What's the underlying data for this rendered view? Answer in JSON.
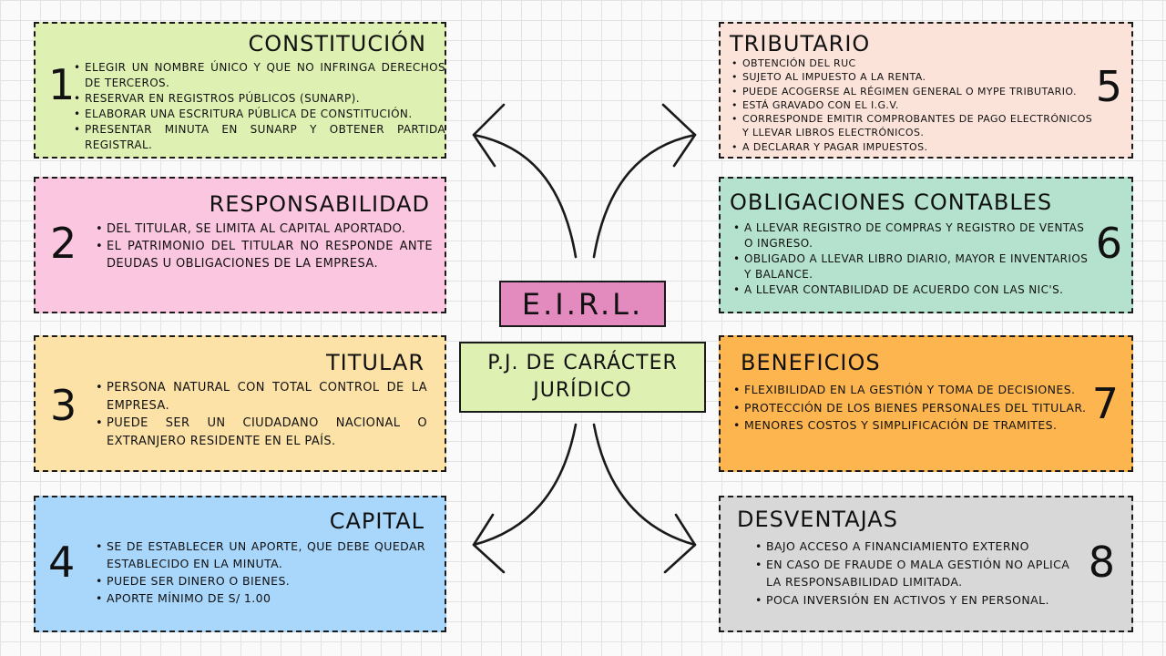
{
  "center": {
    "title": "E.I.R.L.",
    "subtitle": "P.J. DE CARÁCTER JURÍDICO"
  },
  "boxes": [
    {
      "title": "CONSTITUCIÓN",
      "number": "1",
      "color": "#dff0b3",
      "items": [
        "ELEGIR UN NOMBRE ÚNICO Y QUE NO INFRINGA DERECHOS DE TERCEROS.",
        "RESERVAR EN REGISTROS PÚBLICOS (SUNARP).",
        "ELABORAR UNA ESCRITURA PÚBLICA DE CONSTITUCIÓN.",
        "PRESENTAR MINUTA EN SUNARP Y OBTENER PARTIDA REGISTRAL."
      ]
    },
    {
      "title": "RESPONSABILIDAD",
      "number": "2",
      "color": "#fbc6df",
      "items": [
        "DEL TITULAR, SE LIMITA AL CAPITAL APORTADO.",
        "EL PATRIMONIO DEL TITULAR NO RESPONDE ANTE DEUDAS U OBLIGACIONES DE LA EMPRESA."
      ]
    },
    {
      "title": "TITULAR",
      "number": "3",
      "color": "#fde2a7",
      "items": [
        "PERSONA NATURAL CON TOTAL CONTROL DE LA EMPRESA.",
        "PUEDE SER UN CIUDADANO NACIONAL O EXTRANJERO RESIDENTE EN EL PAÍS."
      ]
    },
    {
      "title": "CAPITAL",
      "number": "4",
      "color": "#a9d6fb",
      "items": [
        "SE DE ESTABLECER UN APORTE, QUE DEBE QUEDAR ESTABLECIDO EN LA MINUTA.",
        "PUEDE SER DINERO O BIENES.",
        "APORTE MÍNIMO DE S/ 1.00"
      ]
    },
    {
      "title": "TRIBUTARIO",
      "number": "5",
      "color": "#fbe3da",
      "items": [
        "OBTENCIÓN DEL RUC",
        "SUJETO AL IMPUESTO A LA RENTA.",
        "PUEDE ACOGERSE AL RÉGIMEN GENERAL O MYPE TRIBUTARIO.",
        "ESTÁ GRAVADO CON EL I.G.V.",
        "CORRESPONDE EMITIR COMPROBANTES DE PAGO ELECTRÓNICOS Y LLEVAR LIBROS ELECTRÓNICOS.",
        "A DECLARAR Y PAGAR IMPUESTOS."
      ]
    },
    {
      "title": "OBLIGACIONES CONTABLES",
      "number": "6",
      "color": "#b5e2cf",
      "items": [
        "A LLEVAR REGISTRO DE COMPRAS Y REGISTRO DE VENTAS O INGRESO.",
        "OBLIGADO A LLEVAR LIBRO DIARIO, MAYOR E INVENTARIOS Y BALANCE.",
        "A LLEVAR CONTABILIDAD DE ACUERDO CON LAS NIC'S."
      ]
    },
    {
      "title": "BENEFICIOS",
      "number": "7",
      "color": "#fdb64f",
      "items": [
        "FLEXIBILIDAD EN LA GESTIÓN Y TOMA DE DECISIONES.",
        "PROTECCIÓN DE LOS BIENES PERSONALES DEL TITULAR.",
        "MENORES COSTOS Y SIMPLIFICACIÓN DE TRAMITES."
      ]
    },
    {
      "title": "DESVENTAJAS",
      "number": "8",
      "color": "#d8d8d8",
      "items": [
        "BAJO ACCESO A FINANCIAMIENTO EXTERNO",
        "EN CASO DE FRAUDE O MALA GESTIÓN NO APLICA LA RESPONSABILIDAD LIMITADA.",
        "POCA INVERSIÓN EN ACTIVOS Y EN PERSONAL."
      ]
    }
  ]
}
